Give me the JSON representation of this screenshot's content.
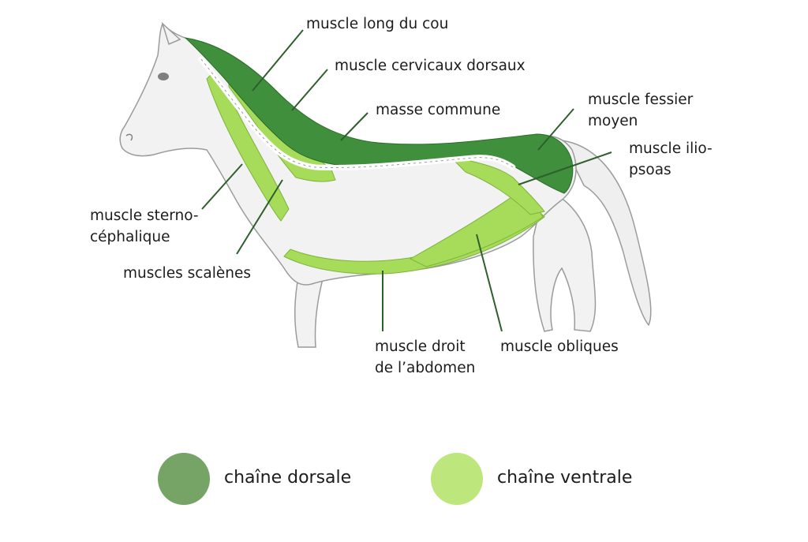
{
  "labels": {
    "long_du_cou": "muscle long du cou",
    "cervicaux_dorsaux": "muscle cervicaux dorsaux",
    "masse_commune": "masse commune",
    "fessier_moyen_1": "muscle fessier",
    "fessier_moyen_2": "moyen",
    "ilio_psoas_1": "muscle ilio-",
    "ilio_psoas_2": "psoas",
    "sterno_1": "muscle sterno-",
    "sterno_2": "céphalique",
    "scalenes": "muscles scalènes",
    "droit_abdomen_1": "muscle droit",
    "droit_abdomen_2": "de l’abdomen",
    "obliques": "muscle obliques"
  },
  "legend": [
    {
      "label": "chaîne dorsale",
      "color": "#76a466"
    },
    {
      "label": "chaîne ventrale",
      "color": "#bde77c"
    }
  ],
  "colors": {
    "dorsal_chain": "#3f8f3c",
    "ventral_chain": "#a6dc5a",
    "horse_body": "#f1f2f1",
    "outline": "#9a9c9a",
    "leader_line": "#2f5f2c"
  }
}
